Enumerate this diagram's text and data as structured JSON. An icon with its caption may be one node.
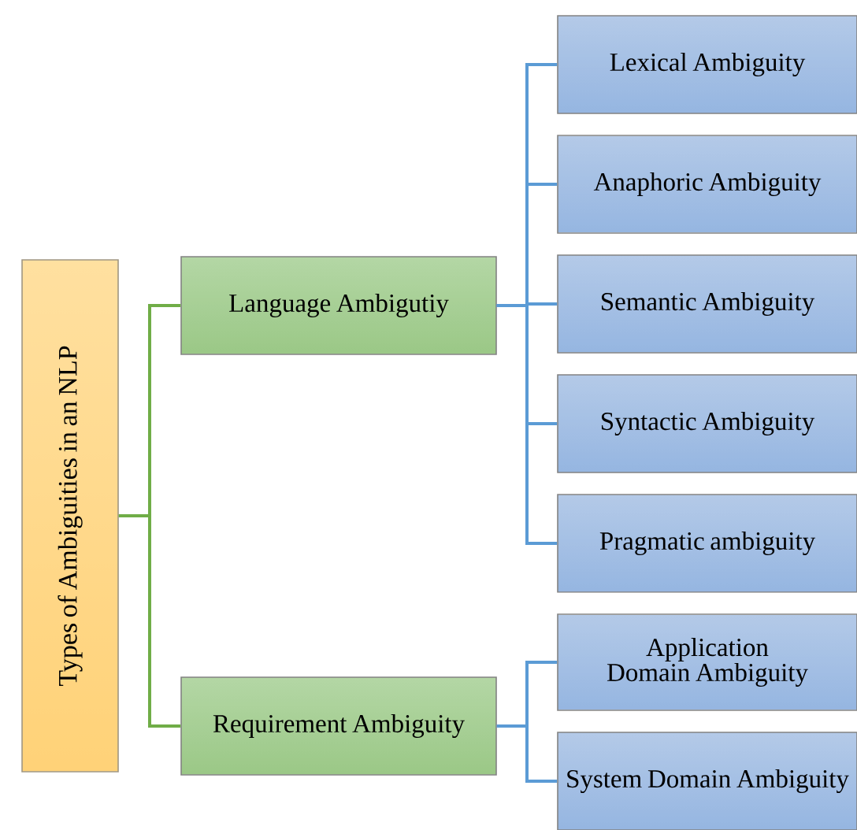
{
  "diagram": {
    "nodes": [
      {
        "text": [
          "Types of Ambiguities in an NLP"
        ]
      },
      {
        "text": [
          "Language Ambigutiy"
        ]
      },
      {
        "text": [
          "Requirement Ambiguity"
        ]
      },
      {
        "text": [
          "Lexical Ambiguity"
        ]
      },
      {
        "text": [
          "Anaphoric Ambiguity"
        ]
      },
      {
        "text": [
          "Semantic Ambiguity"
        ]
      },
      {
        "text": [
          "Syntactic Ambiguity"
        ]
      },
      {
        "text": [
          "Pragmatic ambiguity"
        ]
      },
      {
        "text": [
          "Application Domain Ambiguity"
        ]
      },
      {
        "text": [
          "System Domain Ambiguity"
        ]
      }
    ],
    "edges": [
      {
        "from": 0,
        "to": 1,
        "arrow": "none",
        "color": "#70ad47"
      },
      {
        "from": 0,
        "to": 2,
        "arrow": "none",
        "color": "#70ad47"
      },
      {
        "from": 1,
        "to": 3,
        "arrow": "none"
      },
      {
        "from": 1,
        "to": 4,
        "arrow": "none"
      },
      {
        "from": 1,
        "to": 5,
        "arrow": "none"
      },
      {
        "from": 1,
        "to": 6,
        "arrow": "none"
      },
      {
        "from": 1,
        "to": 7,
        "arrow": "none"
      },
      {
        "from": 2,
        "to": 8,
        "arrow": "none"
      },
      {
        "from": 2,
        "to": 9,
        "arrow": "none"
      }
    ]
  }
}
